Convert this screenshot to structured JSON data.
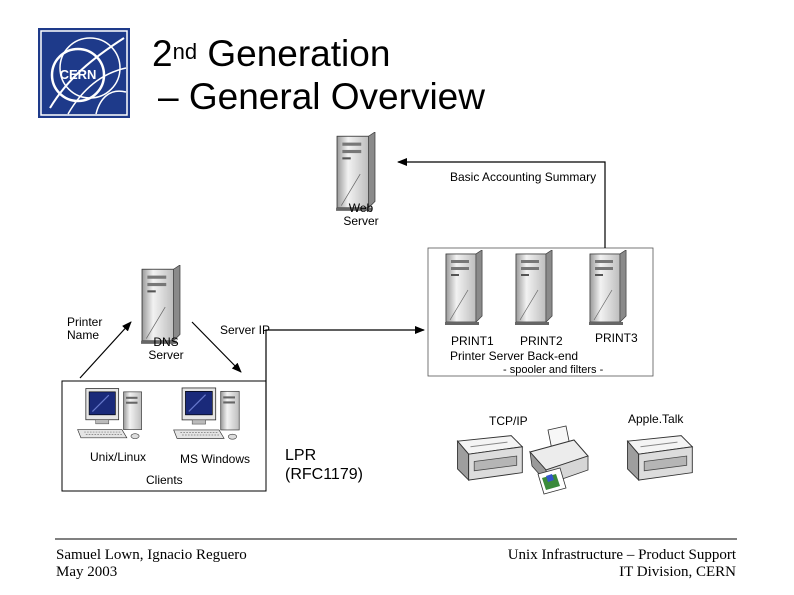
{
  "title": {
    "line1_base": "2",
    "line1_sup": "nd",
    "line1_rest": " Generation",
    "line2": "– General Overview"
  },
  "logo": {
    "text": "CERN",
    "color": "#1e3a8a"
  },
  "labels": {
    "accounting": "Basic Accounting Summary",
    "web_server_1": "Web",
    "web_server_2": "Server",
    "printer_name_1": "Printer",
    "printer_name_2": "Name",
    "dns_1": "DNS",
    "dns_2": "Server",
    "server_ip": "Server IP",
    "print1": "PRINT1",
    "print2": "PRINT2",
    "print3": "PRINT3",
    "backend_1": "Printer Server Back-end",
    "backend_2": "- spooler and filters -",
    "unix": "Unix/Linux",
    "windows": "MS Windows",
    "clients": "Clients",
    "tcpip": "TCP/IP",
    "appletalk": "Apple.Talk",
    "lpr_1": "LPR",
    "lpr_2": "(RFC1179)"
  },
  "footer": {
    "authors": "Samuel Lown, Ignacio Reguero",
    "date": "May 2003",
    "dept_1": "Unix Infrastructure – Product Support",
    "dept_2": "IT Division, CERN"
  }
}
